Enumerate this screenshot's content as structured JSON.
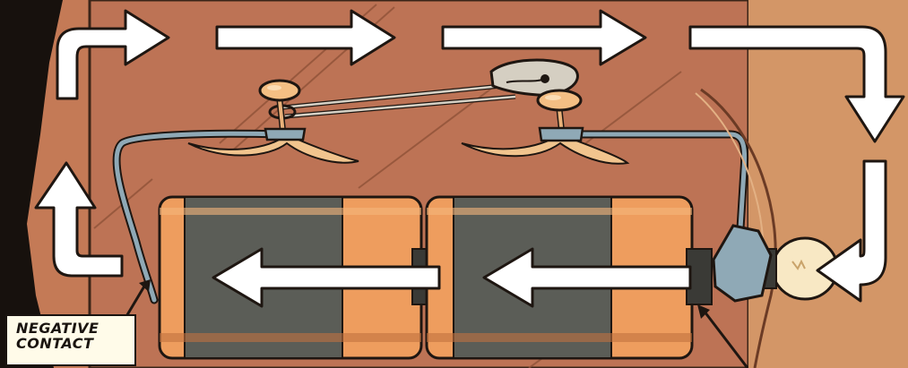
{
  "labels": {
    "negative_contact_line1": "NEGATIVE",
    "negative_contact_line2": "CONTACT"
  },
  "colors": {
    "board": "#bd7355",
    "board_right": "#d39667",
    "battery_orange": "#ee9d5e",
    "battery_gray": "#5b5d57",
    "wire": "#8fa9b6",
    "arrow_fill": "#ffffff",
    "outline": "#1e1611"
  },
  "icons": [
    "flow-arrow",
    "battery",
    "thumbtack",
    "safety-pin",
    "light-bulb"
  ]
}
